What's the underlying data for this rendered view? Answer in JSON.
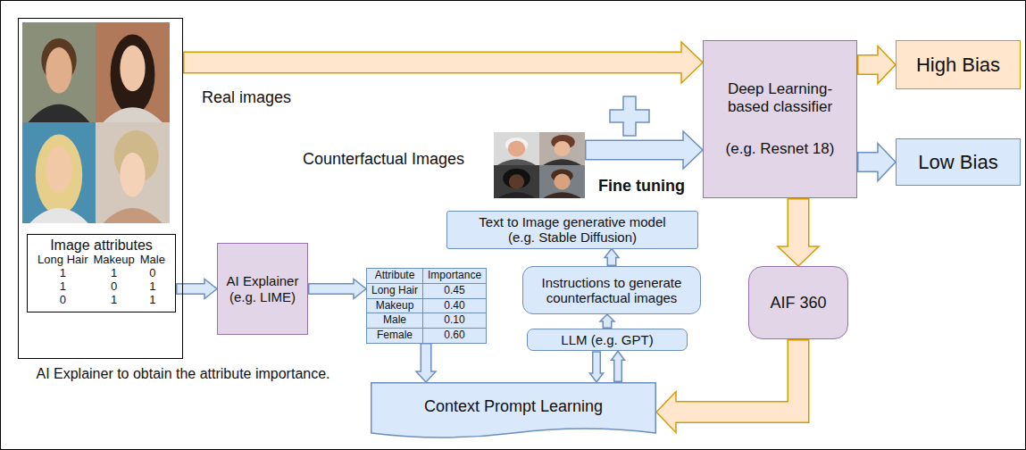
{
  "diagram": {
    "nodes": [
      {
        "text": [
          "Real images"
        ]
      },
      {
        "text": [
          "Image attributes",
          "Long Hair",
          "Makeup",
          "Male",
          "1",
          "1",
          "0",
          "1",
          "0",
          "1",
          "0",
          "1",
          "1"
        ],
        "in": 0
      },
      {
        "text": [
          "Counterfactual Images"
        ]
      },
      {
        "text": [
          "Deep Learning-based classifier",
          "(e.g. Resnet 18)"
        ]
      },
      {
        "text": [
          "High Bias"
        ]
      },
      {
        "text": [
          "Low Bias"
        ]
      },
      {
        "text": [
          "AI Explainer (e.g. LIME)"
        ]
      },
      {
        "text": [
          "Attribute",
          "Importance",
          "Long Hair",
          "0.45",
          "Makeup",
          "0.40",
          "Male",
          "0.10",
          "Female",
          "0.60"
        ]
      },
      {
        "text": [
          "Text to Image generative model (e.g. Stable Diffusion)"
        ]
      },
      {
        "text": [
          "Instructions to generate counterfactual images"
        ]
      },
      {
        "text": [
          "LLM (e.g. GPT)"
        ]
      },
      {
        "text": [
          "AIF 360"
        ]
      },
      {
        "text": [
          "Context Prompt Learning"
        ]
      }
    ],
    "edges": [
      {
        "from": 0,
        "to": 3,
        "arrow": "to"
      },
      {
        "from": 2,
        "to": 3,
        "label": "Fine tuning",
        "arrow": "to"
      },
      {
        "from": 3,
        "to": 4,
        "arrow": "to"
      },
      {
        "from": 3,
        "to": 5,
        "arrow": "to"
      },
      {
        "from": 3,
        "to": 11,
        "arrow": "to"
      },
      {
        "from": 11,
        "to": 12,
        "arrow": "to"
      },
      {
        "from": 1,
        "to": 6,
        "arrow": "to"
      },
      {
        "from": 6,
        "to": 7,
        "arrow": "to"
      },
      {
        "from": 7,
        "to": 12,
        "arrow": "to"
      },
      {
        "from": 10,
        "to": 12,
        "arrow": "to"
      },
      {
        "from": 12,
        "to": 10,
        "arrow": "to"
      },
      {
        "from": 10,
        "to": 9,
        "arrow": "to"
      },
      {
        "from": 9,
        "to": 8,
        "arrow": "to"
      }
    ],
    "labels": [
      "AI Explainer to obtain the attribute importance."
    ]
  }
}
